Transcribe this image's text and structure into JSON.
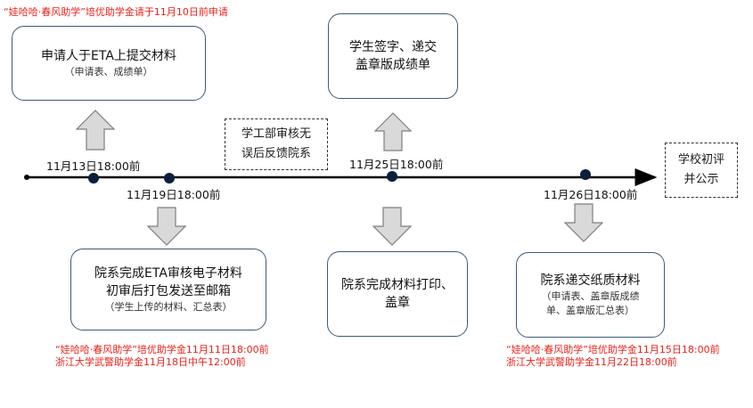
{
  "top_note": "“娃哈哈·春风助学”培优助学金请于11月10日前申请",
  "box_apply": {
    "title": "申请人于ETA上提交材料",
    "sub": "（申请表、成绩单）"
  },
  "box_student_sign": {
    "line1": "学生签字、递交",
    "line2": "盖章版成绩单"
  },
  "box_review": {
    "line1": "学工部审核无",
    "line2": "误后反馈院系"
  },
  "box_school": {
    "line1": "学校初评",
    "line2": "并公示"
  },
  "dates": {
    "d1": "11月13日18:00前",
    "d2": "11月19日18:00前",
    "d3": "11月25日18:00前",
    "d4": "11月26日18:00前"
  },
  "box_dept_eta": {
    "line1": "院系完成ETA审核电子材料",
    "line2": "初审后打包发送至邮箱",
    "sub": "（学生上传的材料、汇总表）"
  },
  "box_print": {
    "line1": "院系完成材料打印、",
    "line2": "盖章"
  },
  "box_submit": {
    "title": "院系递交纸质材料",
    "sub1": "（申请表、盖章版成绩",
    "sub2": "单、盖章版汇总表）"
  },
  "note_left": {
    "line1": "“娃哈哈·春风助学”培优助学金11月11日18:00前",
    "line2": "浙江大学武警助学金11月18日中午12:00前"
  },
  "note_right": {
    "line1": "“娃哈哈·春风助学”培优助学金11月15日18:00前",
    "line2": "浙江大学武警助学金11月22日18:00前"
  },
  "colors": {
    "red": "#e8221b",
    "arrow_fill": "#d9d9d9",
    "arrow_stroke": "#7f7f7f",
    "box_border": "#3c5a78",
    "node": "#0d1f3c"
  }
}
